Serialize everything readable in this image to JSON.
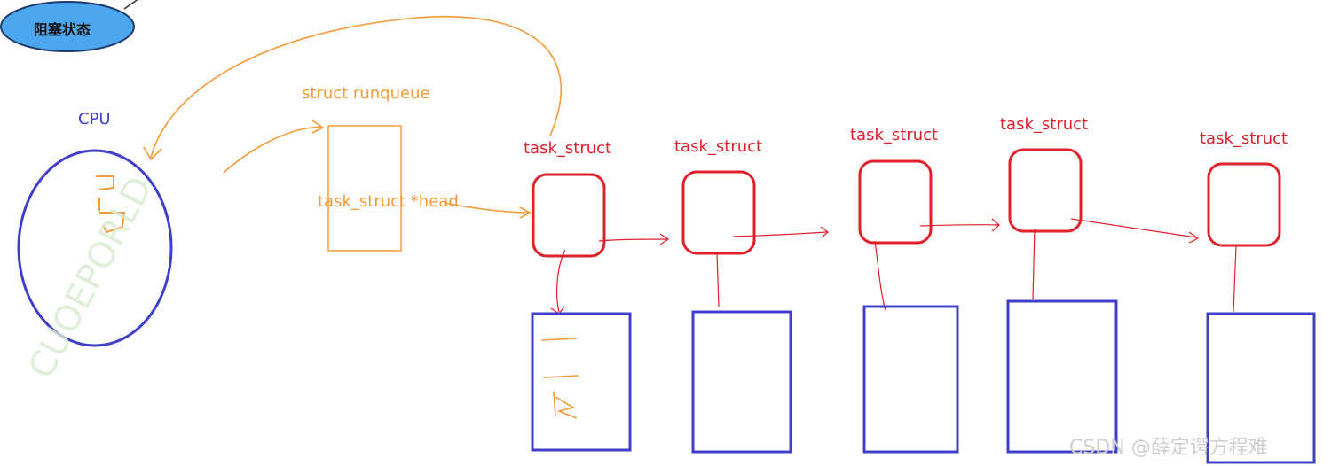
{
  "blocked_state": {
    "label": "阻塞状态"
  },
  "cpu": {
    "label": "CPU"
  },
  "runqueue": {
    "title": "struct runqueue",
    "head_field": "task_struct *head"
  },
  "task_structs": [
    {
      "label": "task_struct"
    },
    {
      "label": "task_struct"
    },
    {
      "label": "task_struct"
    },
    {
      "label": "task_struct"
    },
    {
      "label": "task_struct"
    }
  ],
  "watermark": {
    "text": "CSDN @薛定谔方程难",
    "diagonal": "CUOEPORLD"
  },
  "colors": {
    "red": "#e0202a",
    "orange": "#f59a3a",
    "blue": "#3f3fc9",
    "ellipse_fill": "#4da6f0"
  }
}
